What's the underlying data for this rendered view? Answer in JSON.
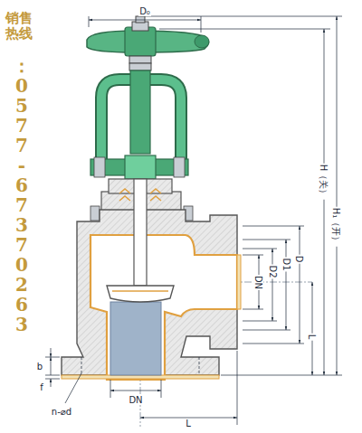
{
  "diagram": {
    "labels": [
      "销售热线",
      "：0577-67370263",
      "D₀",
      "H（关）",
      "H₁（开）",
      "DN",
      "D2",
      "D1",
      "D",
      "L",
      "b",
      "f",
      "n-⌀d",
      "DN",
      "L"
    ]
  }
}
